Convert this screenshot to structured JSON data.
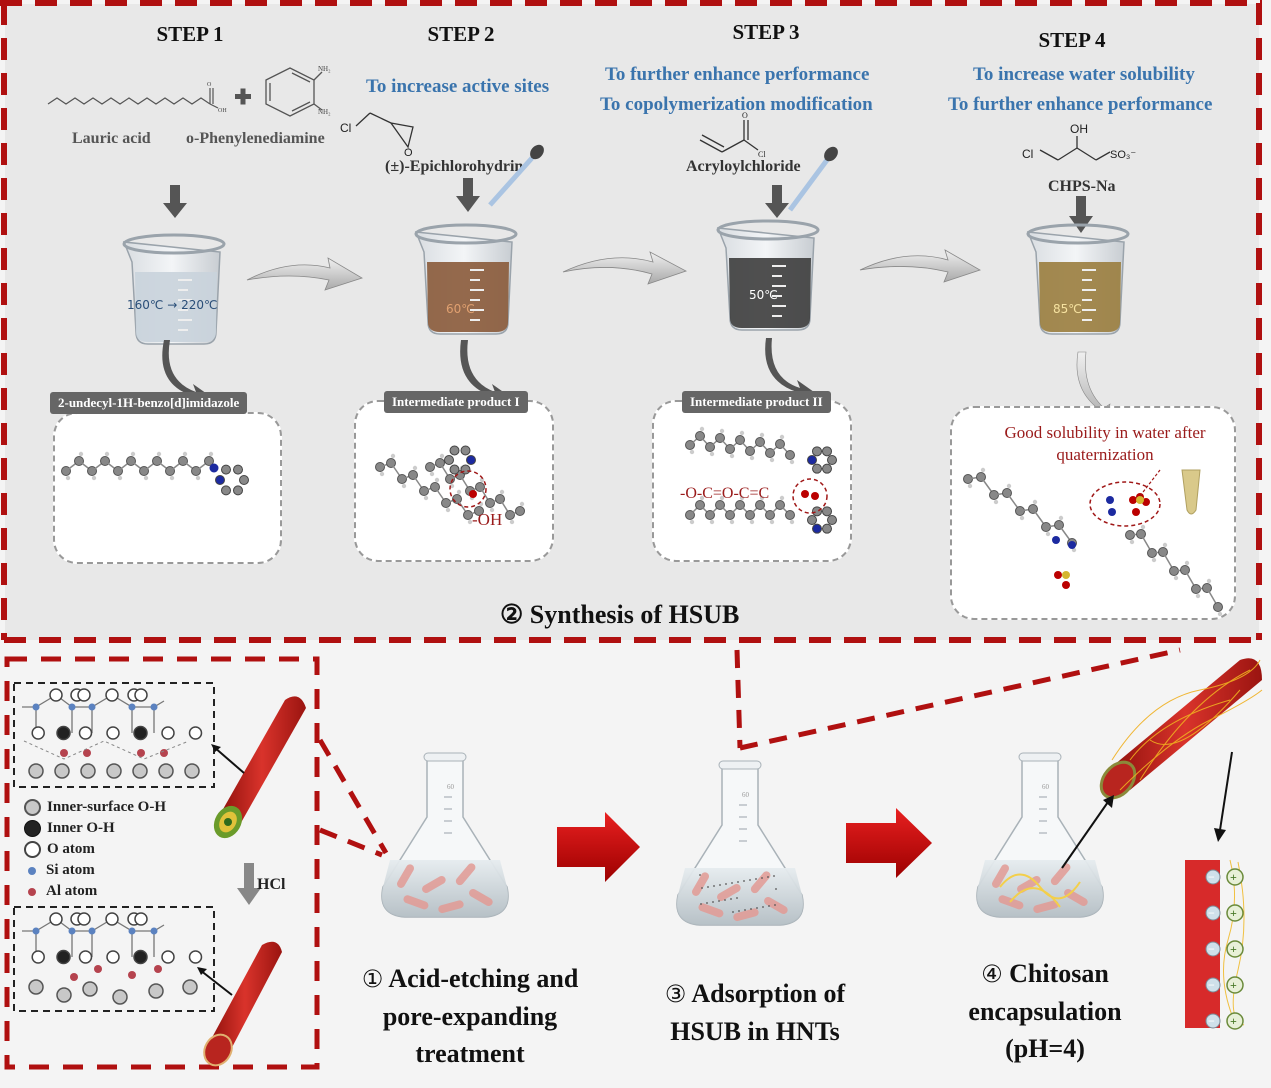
{
  "colors": {
    "dash_red": "#b01010",
    "purpose_blue": "#3a74ad",
    "panel_gray": "#e8e8e8",
    "label_box": "#666666",
    "hnt_red": "#c8261e",
    "annotation_red": "#9a1b1b"
  },
  "synthesis": {
    "section_title": "② Synthesis of HSUB",
    "steps": [
      {
        "title": "STEP 1",
        "purpose": [],
        "reagents": [
          "Lauric acid",
          "o-Phenylenediamine"
        ],
        "reaction_temp": "160℃ → 220℃",
        "liquid_color": "#c9d3dc",
        "product_label": "2-undecyl-1H-benzo[d]imidazole",
        "annotation": ""
      },
      {
        "title": "STEP 2",
        "purpose": [
          "To increase active sites"
        ],
        "reagents": [
          "(±)-Epichlorohydrin"
        ],
        "reaction_temp": "60℃",
        "liquid_color": "#8a5a3a",
        "product_label": "Intermediate product I",
        "annotation": "-OH"
      },
      {
        "title": "STEP 3",
        "purpose": [
          "To further enhance performance",
          "To copolymerization modification"
        ],
        "reagents": [
          "Acryloylchloride"
        ],
        "reaction_temp": "50℃",
        "liquid_color": "#3d3d3d",
        "product_label": "Intermediate product II",
        "annotation": "-O-C=O-C=C"
      },
      {
        "title": "STEP 4",
        "purpose": [
          "To increase water solubility",
          "To further enhance performance"
        ],
        "reagents": [
          "CHPS-Na"
        ],
        "reaction_temp": "85℃",
        "liquid_color": "#9a7d3e",
        "product_label": "",
        "annotation": "Good solubility in water after quaternization"
      }
    ],
    "structure_atoms": {
      "lauric_oh": "OH",
      "lauric_o": "O",
      "nh2_top": "NH₂",
      "nh2_bottom": "NH₂",
      "epi_cl": "Cl",
      "epi_o": "O",
      "acryl_o": "O",
      "acryl_cl": "Cl",
      "chps_oh": "OH",
      "chps_cl": "Cl",
      "chps_so3": "SO₃⁻"
    }
  },
  "pretreatment": {
    "legend": [
      {
        "label": "Inner-surface O-H",
        "color": "#c8c8c8",
        "type": "open-gray"
      },
      {
        "label": "Inner O-H",
        "color": "#222222",
        "type": "filled-black"
      },
      {
        "label": "O atom",
        "color": "#ffffff",
        "type": "open-white"
      },
      {
        "label": "Si atom",
        "color": "#5b82c0",
        "type": "small-blue"
      },
      {
        "label": "Al atom",
        "color": "#b5434e",
        "type": "small-red"
      }
    ],
    "reagent": "HCl"
  },
  "process": {
    "steps": [
      {
        "number": "①",
        "lines": [
          "Acid-etching and",
          "pore-expanding",
          "treatment"
        ]
      },
      {
        "number": "③",
        "lines": [
          "Adsorption of",
          "HSUB in HNTs"
        ]
      },
      {
        "number": "④",
        "lines": [
          "Chitosan",
          "encapsulation",
          "(pH=4)"
        ]
      }
    ],
    "flask_grad_label": "60",
    "charges": {
      "negative": "−",
      "positive": "+",
      "count": 5
    }
  }
}
